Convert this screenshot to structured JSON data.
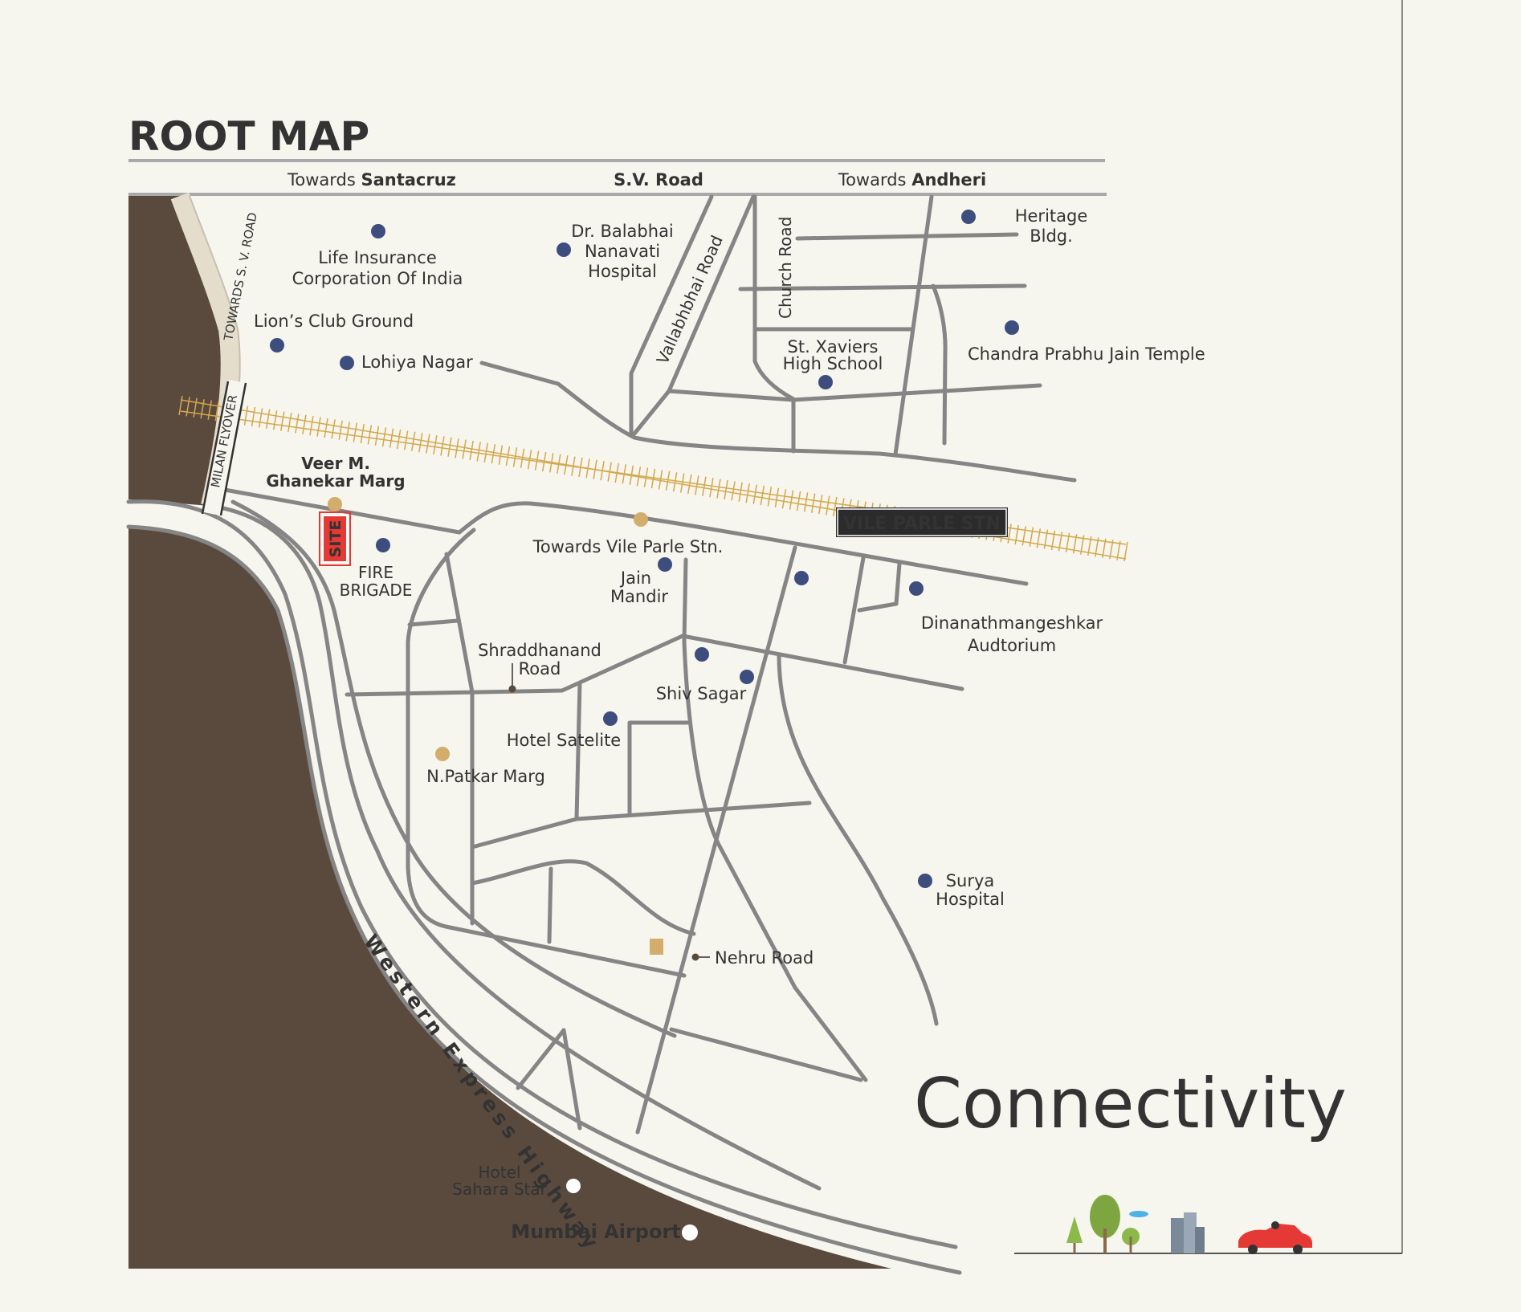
{
  "title": "ROOT MAP",
  "top_roads": {
    "left": {
      "prefix": "Towards ",
      "bold": "Santacruz"
    },
    "center": "S.V. Road",
    "right": {
      "prefix": "Towards ",
      "bold": "Andheri"
    }
  },
  "road_labels": {
    "towards_sv_road": "TOWARDS S. V. ROAD",
    "milan_flyover": "MILAN FLYOVER",
    "vallabhbhai_road": "Vallabhbhai Road",
    "church_road": "Church Road",
    "veer_m_ghanekar_1": "Veer M.",
    "veer_m_ghanekar_2": "Ghanekar Marg",
    "towards_vile_parle_stn": "Towards Vile Parle Stn.",
    "shraddhanand_1": "Shraddhanand",
    "shraddhanand_2": "Road",
    "n_patkar_marg": "N.Patkar Marg",
    "nehru_road": "Nehru Road",
    "western_express_highway": "Western Express Highway"
  },
  "site_label": "SITE",
  "station_label": "VILE PARLE STN",
  "landmarks": {
    "lic_1": "Life Insurance",
    "lic_2": "Corporation Of India",
    "nanavati_1": "Dr. Balabhai",
    "nanavati_2": "Nanavati",
    "nanavati_3": "Hospital",
    "heritage_1": "Heritage",
    "heritage_2": "Bldg.",
    "lions_club": "Lion’s Club Ground",
    "lohiya_nagar": "Lohiya Nagar",
    "st_xaviers_1": "St. Xaviers",
    "st_xaviers_2": "High School",
    "chandra_prabhu": "Chandra Prabhu Jain Temple",
    "fire_brigade_1": "FIRE",
    "fire_brigade_2": "BRIGADE",
    "jain_mandir_1": "Jain",
    "jain_mandir_2": "Mandir",
    "dinanath_1": "Dinanathmangeshkar",
    "dinanath_2": "Audtorium",
    "shiv_sagar": "Shiv Sagar",
    "hotel_satelite": "Hotel Satelite",
    "surya_1": "Surya",
    "surya_2": "Hospital",
    "sahara_1": "Hotel",
    "sahara_2": "Sahara Star",
    "mumbai_airport": "Mumbai Airport"
  },
  "footer_heading": "Connectivity",
  "colors": {
    "background": "#f6f5ee",
    "dark_land": "#5a4a3e",
    "road": "#858585",
    "railway": "#d4a84b",
    "landmark_dot": "#3d4d7e",
    "road_marker": "#d2ad6b",
    "site": "#e53935",
    "station_badge": "#2b2b2b",
    "text": "#333333"
  },
  "icons": [
    "landmark-dot-icon",
    "road-marker-icon",
    "railway-track-icon",
    "tree-icon",
    "building-icon",
    "car-icon"
  ]
}
